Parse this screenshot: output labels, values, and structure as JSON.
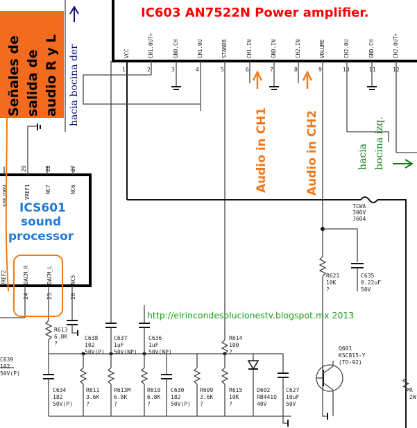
{
  "ic603": {
    "title": "IC603 AN7522N Power amplifier.",
    "pins": [
      {
        "name": "VCC",
        "num": "1"
      },
      {
        "name": "CH1.OUT+",
        "num": "2"
      },
      {
        "name": "GND.CH",
        "num": "3"
      },
      {
        "name": "CH1.OU",
        "num": "4"
      },
      {
        "name": "STANDB",
        "num": "5"
      },
      {
        "name": "CH1.IN",
        "num": "6"
      },
      {
        "name": "GND.IN",
        "num": "7"
      },
      {
        "name": "CH2.IN",
        "num": "8"
      },
      {
        "name": "VOLUME",
        "num": "9"
      },
      {
        "name": "CH2.OU",
        "num": "10"
      },
      {
        "name": "GND.CH",
        "num": "11"
      },
      {
        "name": "CH2.OUT+",
        "num": "12"
      }
    ]
  },
  "ics601": {
    "label_line1": "ICS601",
    "label_line2": "sound",
    "label_line3": "processor",
    "top_pins": [
      {
        "name": "VREF1",
        "num": "29"
      },
      {
        "name": "NC7",
        "num": "28"
      },
      {
        "name": "NC6",
        "num": "27"
      }
    ],
    "bottom_pins": [
      {
        "name": "DACM_R",
        "num": "24"
      },
      {
        "name": "DACM_L",
        "num": "25"
      },
      {
        "name": "NC5",
        "num": "26"
      }
    ],
    "left_partial": "SOS/OOV",
    "left_partial2": "VREF2"
  },
  "annotations": {
    "senales_line1": "Señales de",
    "senales_line2": "salida de",
    "senales_line3": "audio R y L",
    "hacia_der": "hacia bocina der",
    "hacia_izq_line1": "hacia",
    "hacia_izq_line2": "bocina izq.",
    "audio_ch1": "Audio in CH1",
    "audio_ch2": "Audio in CH2",
    "url": "http://elrincondesolucionestv.blogspot.mx 2013"
  },
  "components": {
    "tcwa": {
      "line1": "TCWA",
      "line2": "300V",
      "line3": "J604"
    },
    "r621": {
      "line1": "R621",
      "line2": "10K",
      "line3": "?"
    },
    "c635": {
      "line1": "C635",
      "line2": "0.22uF",
      "line3": "50V"
    },
    "r613": {
      "line1": "R613",
      "line2": "6.8K",
      "line3": "?"
    },
    "c638": {
      "line1": "C638",
      "line2": "102",
      "line3": "50V(P)"
    },
    "c637": {
      "line1": "C637",
      "line2": "1uF",
      "line3": "50V(NP)"
    },
    "c636": {
      "line1": "C636",
      "line2": "1uF",
      "line3": "50V(NP)"
    },
    "r614": {
      "line1": "R614",
      "line2": "100",
      "line3": "?"
    },
    "c639": {
      "line1": "C639",
      "line2": "102",
      "line3": "50V(P)"
    },
    "c634": {
      "line1": "C634",
      "line2": "182",
      "line3": "50V(P)"
    },
    "r611": {
      "line1": "R611",
      "line2": "3.6K",
      "line3": "?"
    },
    "r613m": {
      "line1": "R613M",
      "line2": "6.8K",
      "line3": "?"
    },
    "r610": {
      "line1": "R610",
      "line2": "6.8K",
      "line3": "?"
    },
    "c630": {
      "line1": "C630",
      "line2": "182",
      "line3": "50V(P)"
    },
    "r609": {
      "line1": "R609",
      "line2": "3.6K",
      "line3": "?"
    },
    "r615": {
      "line1": "R615",
      "line2": "10K",
      "line3": "?"
    },
    "d602": {
      "line1": "D602",
      "line2": "RB441Q",
      "line3": "40V"
    },
    "c627": {
      "line1": "C627",
      "line2": "10uF",
      "line3": "50V"
    },
    "q601": {
      "line1": "Q601",
      "line2": "KSC815-Y",
      "line3": "(TO-92)"
    },
    "r_partial": {
      "line1": "R",
      "line2": "2W"
    }
  },
  "colors": {
    "title_red": "#ff0000",
    "chip_blue": "#1f7ad6",
    "audio_orange": "#f07a1a",
    "senales_bg": "#f26b1f",
    "hacia_der_blue": "#101080",
    "hacia_izq_green": "#0c7a12",
    "url_green": "#18a018"
  }
}
